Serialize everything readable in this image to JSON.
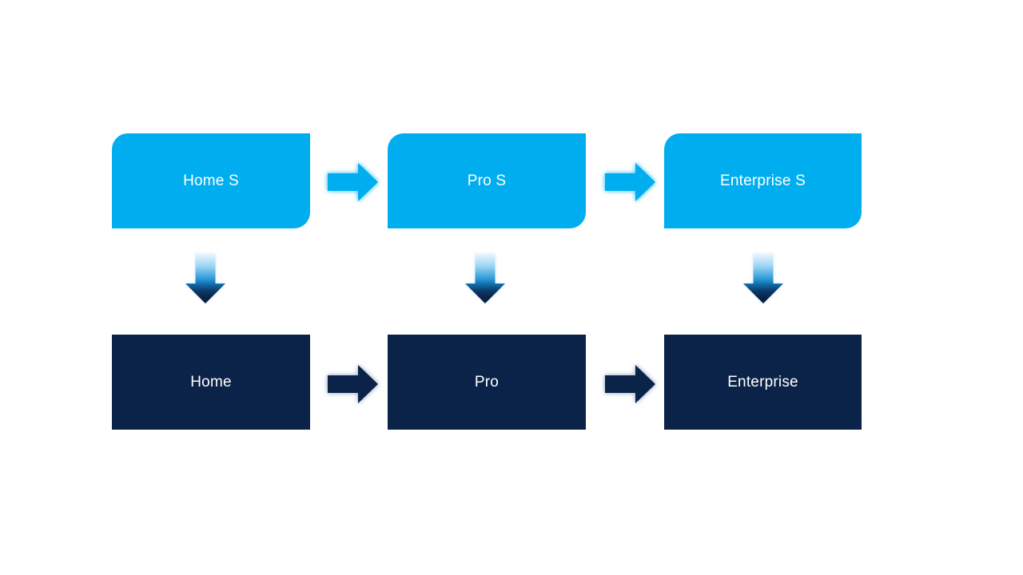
{
  "slide": {
    "background": "#ffffff",
    "nodes": {
      "top_row": [
        {
          "id": "home-s",
          "label": "Home S"
        },
        {
          "id": "pro-s",
          "label": "Pro S"
        },
        {
          "id": "enterprise-s",
          "label": "Enterprise S"
        }
      ],
      "bottom_row": [
        {
          "id": "home",
          "label": "Home"
        },
        {
          "id": "pro",
          "label": "Pro"
        },
        {
          "id": "enterprise",
          "label": "Enterprise"
        }
      ]
    },
    "colors": {
      "top_box_fill": "#00aeef",
      "bottom_box_fill": "#0b2348",
      "label_text": "#ffffff",
      "down_arrow_gradient_top": "#e9f6fd",
      "down_arrow_gradient_bottom": "#0a2146"
    }
  }
}
